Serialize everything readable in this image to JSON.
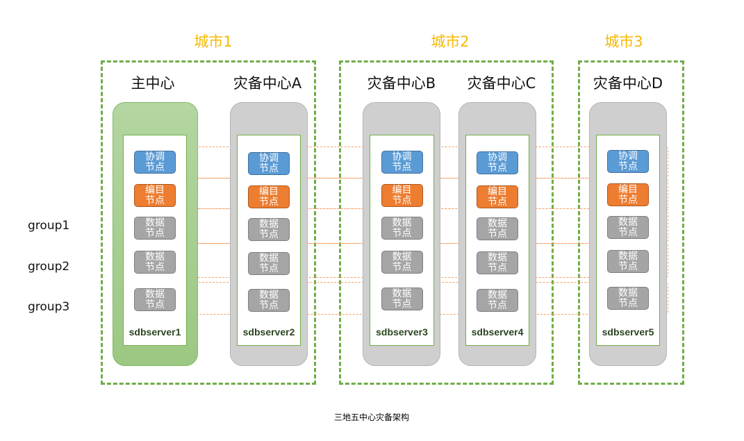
{
  "cities": [
    {
      "title": "城市1"
    },
    {
      "title": "城市2"
    },
    {
      "title": "城市3"
    }
  ],
  "centers": [
    {
      "title": "主中心",
      "server": "sdbserver1",
      "primary": true
    },
    {
      "title": "灾备中心A",
      "server": "sdbserver2",
      "primary": false
    },
    {
      "title": "灾备中心B",
      "server": "sdbserver3",
      "primary": false
    },
    {
      "title": "灾备中心C",
      "server": "sdbserver4",
      "primary": false
    },
    {
      "title": "灾备中心D",
      "server": "sdbserver5",
      "primary": false
    }
  ],
  "nodes": [
    {
      "label": "协调节点",
      "type": "coord"
    },
    {
      "label": "编目节点",
      "type": "catalog"
    },
    {
      "label": "数据节点",
      "type": "data"
    },
    {
      "label": "数据节点",
      "type": "data"
    },
    {
      "label": "数据节点",
      "type": "data"
    }
  ],
  "groups": [
    "group1",
    "group2",
    "group3"
  ],
  "caption": "三地五中心灾备架构",
  "colors": {
    "coord": "#5b9bd5",
    "catalog": "#ed7d31",
    "data": "#a5a5a5",
    "city_border": "#70ad47",
    "city_title": "#f5b800",
    "group_band": "#f4a064"
  }
}
